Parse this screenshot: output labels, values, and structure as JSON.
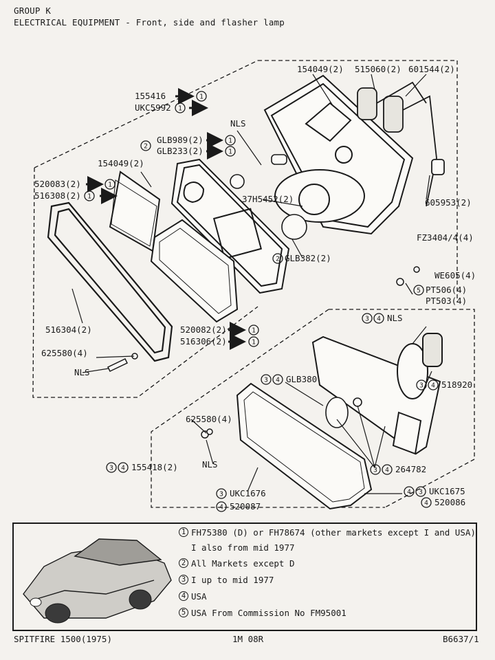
{
  "header": {
    "group": "GROUP K",
    "title": "ELECTRICAL EQUIPMENT - Front, side and flasher lamp"
  },
  "callouts": {
    "p154049_top": "154049(2)",
    "p515060": "515060(2)",
    "p601544": "601544(2)",
    "p155416": "155416",
    "pUKC5992": "UKC5992",
    "nls_top": "NLS",
    "pGLB989": "GLB989(2)",
    "pGLB233": "GLB233(2)",
    "p154049_mid": "154049(2)",
    "p520083": "520083(2)",
    "p516308": "516308(2)",
    "p37H5452": "37H5452(2)",
    "p605953": "605953(2)",
    "pFZ3404": "FZ3404/4(4)",
    "pGLB382": "GLB382(2)",
    "pWE605": "WE605(4)",
    "pPT506": "PT506(4)",
    "pPT503": "PT503(4)",
    "p516304": "516304(2)",
    "p520082": "520082(2)",
    "p516306": "516306(2)",
    "nls_r": "NLS",
    "p625580_l": "625580(4)",
    "nls_l": "NLS",
    "pGLB380": "GLB380",
    "p518920": "518920",
    "p625580_r": "625580(4)",
    "nls_b": "NLS",
    "p155418": "155418(2)",
    "p264782": "264782",
    "pUKC1676": "UKC1676",
    "p520087": "520087",
    "pUKC1675": "UKC1675",
    "p520086": "520086"
  },
  "legend": {
    "items": [
      {
        "num": "1",
        "text": "FH75380 (D) or FH78674 (other markets except I and USA)"
      },
      {
        "num": "",
        "text": "I also from mid 1977"
      },
      {
        "num": "2",
        "text": "All Markets except D"
      },
      {
        "num": "3",
        "text": "I up to mid 1977"
      },
      {
        "num": "4",
        "text": "USA"
      },
      {
        "num": "5",
        "text": "USA From Commission No FM95001"
      }
    ]
  },
  "footer": {
    "model": "SPITFIRE 1500(1975)",
    "page": "1M 08R",
    "ref": "B6637/1"
  }
}
